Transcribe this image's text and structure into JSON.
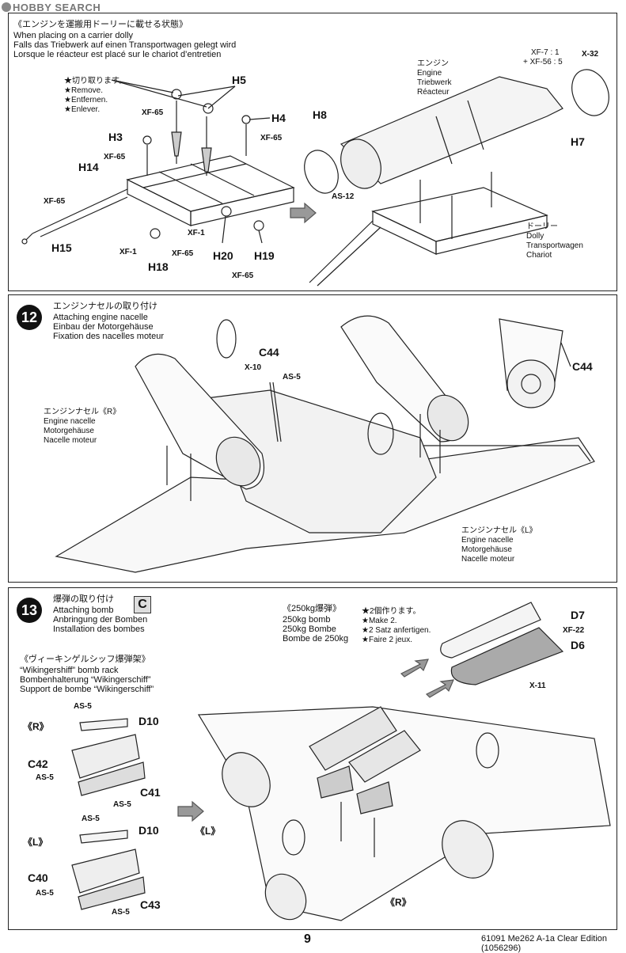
{
  "site_logo": "HOBBY SEARCH",
  "panel1": {
    "title_jp": "《エンジンを運搬用ドーリーに載せる状態》",
    "title_en": "When placing on a carrier dolly",
    "title_de": "Falls das Triebwerk auf einen Transportwagen gelegt wird",
    "title_fr": "Lorsque le réacteur est placé sur le chariot d’entretien",
    "remove_jp": "★切り取ります。",
    "remove_en": "★Remove.",
    "remove_de": "★Entfernen.",
    "remove_fr": "★Enlever.",
    "engine_jp": "エンジン",
    "engine_en": "Engine",
    "engine_de": "Triebwerk",
    "engine_fr": "Réacteur",
    "dolly_jp": "ドーリー",
    "dolly_en": "Dolly",
    "dolly_de": "Transportwagen",
    "dolly_fr": "Chariot",
    "paint_mix_1": "XF-7 : 1",
    "paint_mix_2": "+ XF-56 : 5",
    "labels": {
      "h5": "H5",
      "h4": "H4",
      "h3": "H3",
      "h14": "H14",
      "h15": "H15",
      "h18": "H18",
      "h20": "H20",
      "h19": "H19",
      "h8": "H8",
      "h7": "H7",
      "xf65_a": "XF-65",
      "xf65_b": "XF-65",
      "xf65_c": "XF-65",
      "xf65_d": "XF-65",
      "xf65_e": "XF-65",
      "xf65_f": "XF-65",
      "xf1_a": "XF-1",
      "xf1_b": "XF-1",
      "as12": "AS-12",
      "x32": "X-32"
    }
  },
  "panel2": {
    "step": "12",
    "title_jp": "エンジンナセルの取り付け",
    "title_en": "Attaching engine nacelle",
    "title_de": "Einbau der Motorgehäuse",
    "title_fr": "Fixation des nacelles moteur",
    "nacelle_r_jp": "エンジンナセル《R》",
    "nacelle_l_jp": "エンジンナセル《L》",
    "nacelle_en": "Engine nacelle",
    "nacelle_de": "Motorgehäuse",
    "nacelle_fr": "Nacelle moteur",
    "labels": {
      "c44_a": "C44",
      "c44_b": "C44",
      "x10": "X-10",
      "as5": "AS-5"
    }
  },
  "panel3": {
    "step": "13",
    "section_letter": "C",
    "title_jp": "爆弾の取り付け",
    "title_en": "Attaching bomb",
    "title_de": "Anbringung der Bomben",
    "title_fr": "Installation des bombes",
    "bomb_jp": "《250kg爆弾》",
    "bomb_en": "250kg bomb",
    "bomb_de": "250kg Bombe",
    "bomb_fr": "Bombe de 250kg",
    "make2_jp": "★2個作ります。",
    "make2_en": "★Make 2.",
    "make2_de": "★2 Satz anfertigen.",
    "make2_fr": "★Faire 2 jeux.",
    "rack_jp": "《ヴィーキンゲルシッフ爆弾架》",
    "rack_en": "“Wikingershiff” bomb rack",
    "rack_de": "Bombenhalterung “Wikingerschiff”",
    "rack_fr": "Support de bombe “Wikingerschiff”",
    "labels": {
      "r_a": "《R》",
      "l_a": "《L》",
      "l_b": "《L》",
      "r_b": "《R》",
      "d10_a": "D10",
      "d10_b": "D10",
      "c42": "C42",
      "c41": "C41",
      "c40": "C40",
      "c43": "C43",
      "as5_a": "AS-5",
      "as5_b": "AS-5",
      "as5_c": "AS-5",
      "as5_d": "AS-5",
      "as5_e": "AS-5",
      "as5_f": "AS-5",
      "d7": "D7",
      "d6": "D6",
      "xf22": "XF-22",
      "x11": "X-11"
    }
  },
  "footer": {
    "page_number": "9",
    "product_id": "61091  Me262 A-1a Clear Edition (1056296)"
  }
}
